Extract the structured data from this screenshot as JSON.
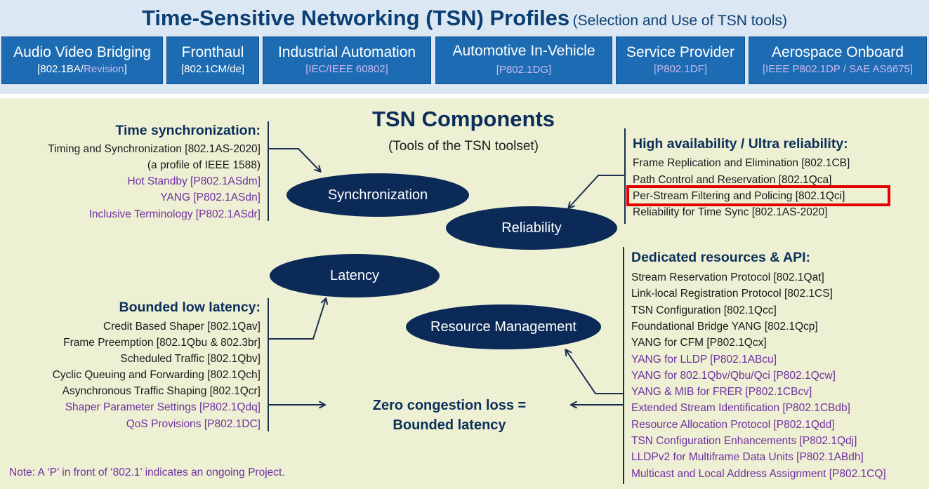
{
  "header": {
    "title": "Time-Sensitive Networking (TSN) Profiles",
    "subtitle": "(Selection and Use of TSN tools)"
  },
  "profiles": [
    {
      "name": "Audio Video Bridging",
      "std_prefix": "[802.1BA/",
      "std_project": "Revision",
      "std_suffix": "]"
    },
    {
      "name": "Fronthaul",
      "std_prefix": "[802.1CM/de]",
      "std_project": "",
      "std_suffix": ""
    },
    {
      "name": "Industrial Automation",
      "std_prefix": "",
      "std_project": "[IEC/IEEE 60802]",
      "std_suffix": ""
    },
    {
      "name": "Automotive In-Vehicle",
      "std_prefix": "",
      "std_project": "[P802.1DG]",
      "std_suffix": ""
    },
    {
      "name": "Service Provider",
      "std_prefix": "",
      "std_project": "[P802.1DF]",
      "std_suffix": ""
    },
    {
      "name": "Aerospace Onboard",
      "std_prefix": "",
      "std_project": "[IEEE P802.1DP / SAE AS6675]",
      "std_suffix": ""
    }
  ],
  "components": {
    "title": "TSN Components",
    "subtitle": "(Tools of the TSN toolset)",
    "ellipses": {
      "synchronization": "Synchronization",
      "reliability": "Reliability",
      "latency": "Latency",
      "resource_management": "Resource Management"
    },
    "zero_loss_line1": "Zero congestion loss =",
    "zero_loss_line2": "Bounded latency"
  },
  "time_sync": {
    "heading": "Time synchronization:",
    "items": [
      {
        "text": "Timing and Synchronization [802.1AS-2020]",
        "project": false
      },
      {
        "text": "(a profile of IEEE 1588)",
        "project": false
      },
      {
        "text": "Hot Standby [P802.1ASdm]",
        "project": true
      },
      {
        "text": "YANG [P802.1ASdn]",
        "project": true
      },
      {
        "text": "Inclusive Terminology [P802.1ASdr]",
        "project": true
      }
    ]
  },
  "high_availability": {
    "heading": "High availability / Ultra reliability:",
    "items": [
      {
        "text": "Frame Replication and Elimination [802.1CB]",
        "project": false
      },
      {
        "text": "Path Control and Reservation [802.1Qca]",
        "project": false
      },
      {
        "text": "Per-Stream Filtering and Policing [802.1Qci]",
        "project": false
      },
      {
        "text": "Reliability for Time Sync [802.1AS-2020]",
        "project": false
      }
    ]
  },
  "bounded_latency": {
    "heading": "Bounded low latency:",
    "items": [
      {
        "text": "Credit Based Shaper [802.1Qav]",
        "project": false
      },
      {
        "text": "Frame Preemption [802.1Qbu & 802.3br]",
        "project": false
      },
      {
        "text": "Scheduled Traffic [802.1Qbv]",
        "project": false
      },
      {
        "text": "Cyclic Queuing and Forwarding [802.1Qch]",
        "project": false
      },
      {
        "text": "Asynchronous Traffic Shaping [802.1Qcr]",
        "project": false
      },
      {
        "text": "Shaper Parameter Settings [P802.1Qdq]",
        "project": true
      },
      {
        "text": "QoS Provisions [P802.1DC]",
        "project": true
      }
    ]
  },
  "dedicated_resources": {
    "heading": "Dedicated resources & API:",
    "items": [
      {
        "text": "Stream Reservation Protocol [802.1Qat]",
        "project": false
      },
      {
        "text": "Link-local Registration Protocol [802.1CS]",
        "project": false
      },
      {
        "text": "TSN Configuration [802.1Qcc]",
        "project": false
      },
      {
        "text": "Foundational Bridge YANG [802.1Qcp]",
        "project": false
      },
      {
        "text": "YANG for CFM [P802.1Qcx]",
        "project": false
      },
      {
        "text": "YANG for LLDP [P802.1ABcu]",
        "project": true
      },
      {
        "text": "YANG for 802.1Qbv/Qbu/Qci [P802.1Qcw]",
        "project": true
      },
      {
        "text": "YANG & MIB for FRER [P802.1CBcv]",
        "project": true
      },
      {
        "text": "Extended Stream Identification [P802.1CBdb]",
        "project": true
      },
      {
        "text": "Resource Allocation Protocol [P802.1Qdd]",
        "project": true
      },
      {
        "text": "TSN Configuration Enhancements [P802.1Qdj]",
        "project": true
      },
      {
        "text": "LLDPv2 for Multiframe Data Units [P802.1ABdh]",
        "project": true
      },
      {
        "text": "Multicast and Local Address Assignment [P802.1CQ]",
        "project": true
      }
    ]
  },
  "note": "Note: A ‘P’ in front of ‘802.1’ indicates an ongoing Project.",
  "colors": {
    "title": "#0b3f73",
    "profile_box": "#1d6cb3",
    "ellipse": "#0b2a57",
    "project_text": "#7030a0",
    "highlight": "#e00000",
    "content_bg": "#eef0d4"
  }
}
